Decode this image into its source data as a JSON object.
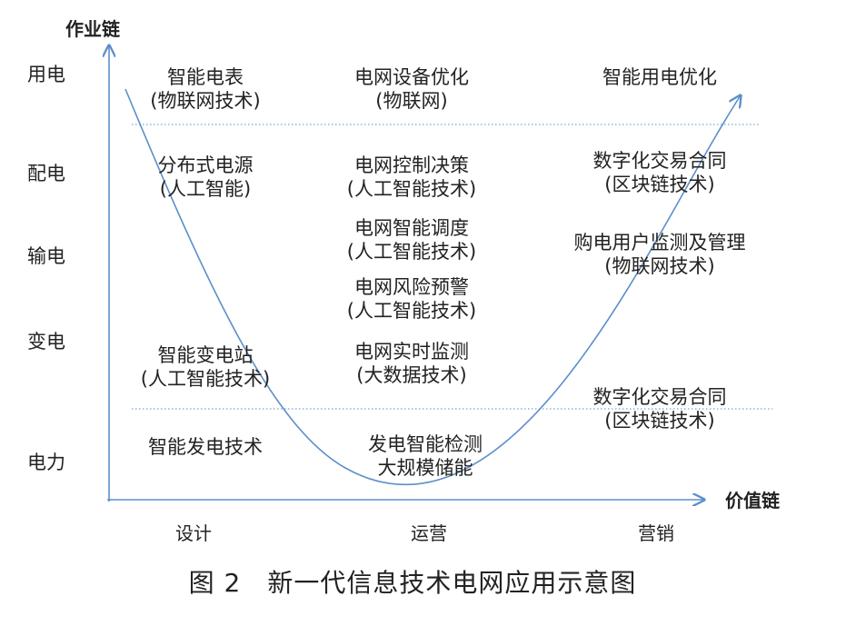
{
  "axes": {
    "y_title": "作业链",
    "x_title": "价值链",
    "y_labels": [
      "用电",
      "配电",
      "输电",
      "变电",
      "电力"
    ],
    "x_labels": [
      "设计",
      "运营",
      "营销"
    ]
  },
  "items": {
    "design": [
      {
        "line1": "智能电表",
        "line2": "(物联网技术)"
      },
      {
        "line1": "分布式电源",
        "line2": "(人工智能)"
      },
      {
        "line1": "智能变电站",
        "line2": "(人工智能技术)"
      },
      {
        "line1": "智能发电技术",
        "line2": ""
      }
    ],
    "operation": [
      {
        "line1": "电网设备优化",
        "line2": "(物联网)"
      },
      {
        "line1": "电网控制决策",
        "line2": "(人工智能技术)"
      },
      {
        "line1": "电网智能调度",
        "line2": "(人工智能技术)"
      },
      {
        "line1": "电网风险预警",
        "line2": "(人工智能技术)"
      },
      {
        "line1": "电网实时监测",
        "line2": "(大数据技术)"
      },
      {
        "line1": "发电智能检测",
        "line2": "大规模储能"
      }
    ],
    "marketing": [
      {
        "line1": "智能用电优化",
        "line2": ""
      },
      {
        "line1": "数字化交易合同",
        "line2": "(区块链技术)"
      },
      {
        "line1": "购电用户监测及管理",
        "line2": "(物联网技术)"
      },
      {
        "line1": "数字化交易合同",
        "line2": "(区块链技术)"
      }
    ]
  },
  "caption": "图 2　新一代信息技术电网应用示意图",
  "colors": {
    "axis": "#5b8fc9",
    "curve": "#5b8fc9",
    "dotted": "#7aa2d4",
    "text": "#222222"
  }
}
